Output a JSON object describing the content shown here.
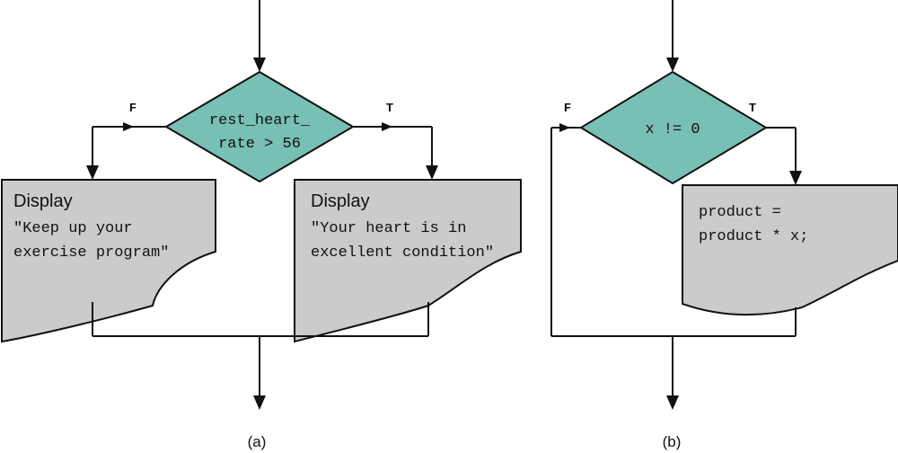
{
  "diagram_a": {
    "condition_line1": "rest_heart_",
    "condition_line2": "rate > 56",
    "false_label": "F",
    "true_label": "T",
    "left_box": {
      "title": "Display",
      "line1": "\"Keep up your",
      "line2": "exercise program\""
    },
    "right_box": {
      "title": "Display",
      "line1": "\"Your heart is in",
      "line2": "excellent condition\""
    },
    "caption": "(a)"
  },
  "diagram_b": {
    "condition": "x != 0",
    "false_label": "F",
    "true_label": "T",
    "box": {
      "line1": "product =",
      "line2": "product * x;"
    },
    "caption": "(b)"
  },
  "colors": {
    "diamond_fill": "#78bfb4",
    "box_fill": "#cacbcd",
    "line": "#111111"
  }
}
